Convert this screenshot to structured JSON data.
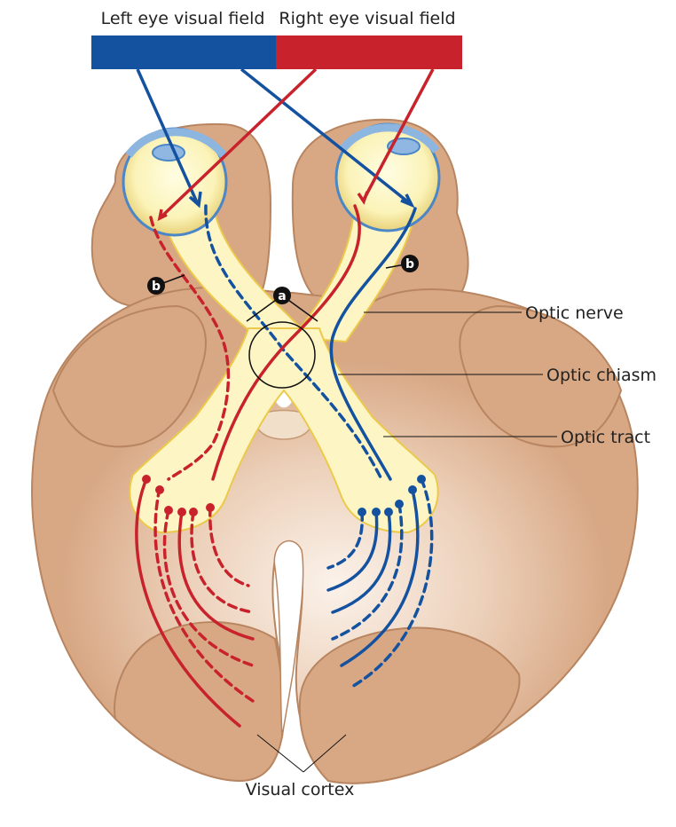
{
  "header": {
    "left_field_label": "Left eye visual field",
    "right_field_label": "Right eye visual field"
  },
  "colors": {
    "left_field": "#1452a0",
    "right_field": "#c8232c",
    "brain": "#d8a885",
    "brain_edge": "#b88560",
    "pathway_fill": "#fdf6c4",
    "pathway_edge": "#ecc94a"
  },
  "labels": {
    "optic_nerve": "Optic nerve",
    "optic_chiasm": "Optic chiasm",
    "optic_tract": "Optic tract",
    "visual_cortex": "Visual cortex"
  },
  "markers": {
    "a": "a",
    "b_left": "b",
    "b_right": "b"
  }
}
